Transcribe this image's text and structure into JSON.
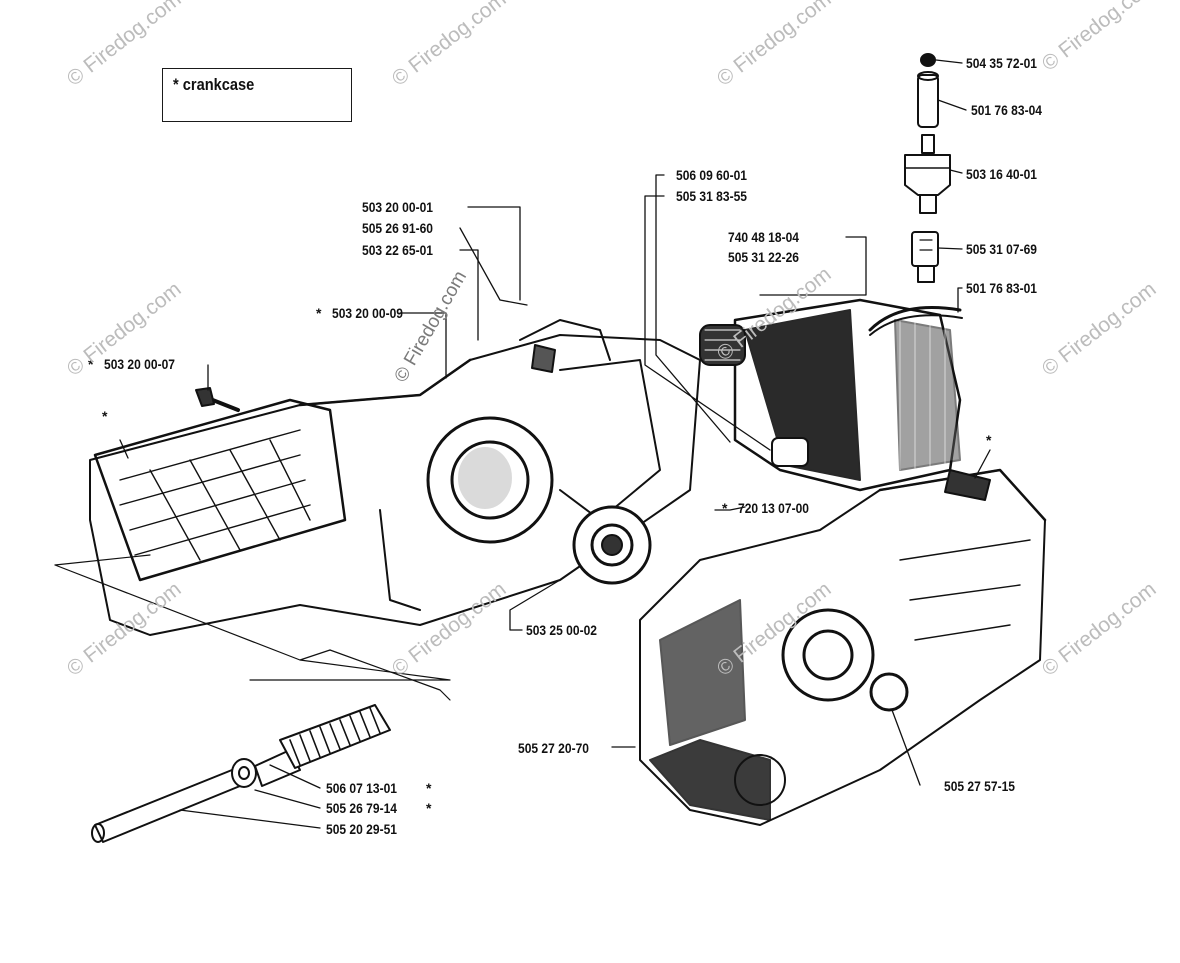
{
  "title": "* crankcase",
  "watermark": "© Firedog.com",
  "colors": {
    "ink": "#111111",
    "watermark": "#bcbcbc"
  },
  "marker": "*",
  "parts": [
    {
      "id": "p1",
      "label": "504 35 72-01"
    },
    {
      "id": "p2",
      "label": "501 76 83-04"
    },
    {
      "id": "p3",
      "label": "503 16 40-01"
    },
    {
      "id": "p4",
      "label": "505 31 07-69"
    },
    {
      "id": "p5",
      "label": "501 76 83-01"
    },
    {
      "id": "p6",
      "label": "506 09 60-01"
    },
    {
      "id": "p7",
      "label": "505 31 83-55"
    },
    {
      "id": "p8",
      "label": "740 48 18-04"
    },
    {
      "id": "p9",
      "label": "505 31 22-26"
    },
    {
      "id": "p10",
      "label": "503 20 00-01"
    },
    {
      "id": "p11",
      "label": "505 26 91-60"
    },
    {
      "id": "p12",
      "label": "503 22 65-01"
    },
    {
      "id": "p13",
      "label": "503 20 00-09"
    },
    {
      "id": "p14",
      "label": "503 20 00-07"
    },
    {
      "id": "p15",
      "label": "720 13 07-00"
    },
    {
      "id": "p16",
      "label": "503 25 00-02"
    },
    {
      "id": "p17",
      "label": "505 27 20-70"
    },
    {
      "id": "p18",
      "label": "505 27 57-15"
    },
    {
      "id": "p19",
      "label": "506 07 13-01"
    },
    {
      "id": "p20",
      "label": "505 26 79-14"
    },
    {
      "id": "p21",
      "label": "505 20 29-51"
    }
  ]
}
